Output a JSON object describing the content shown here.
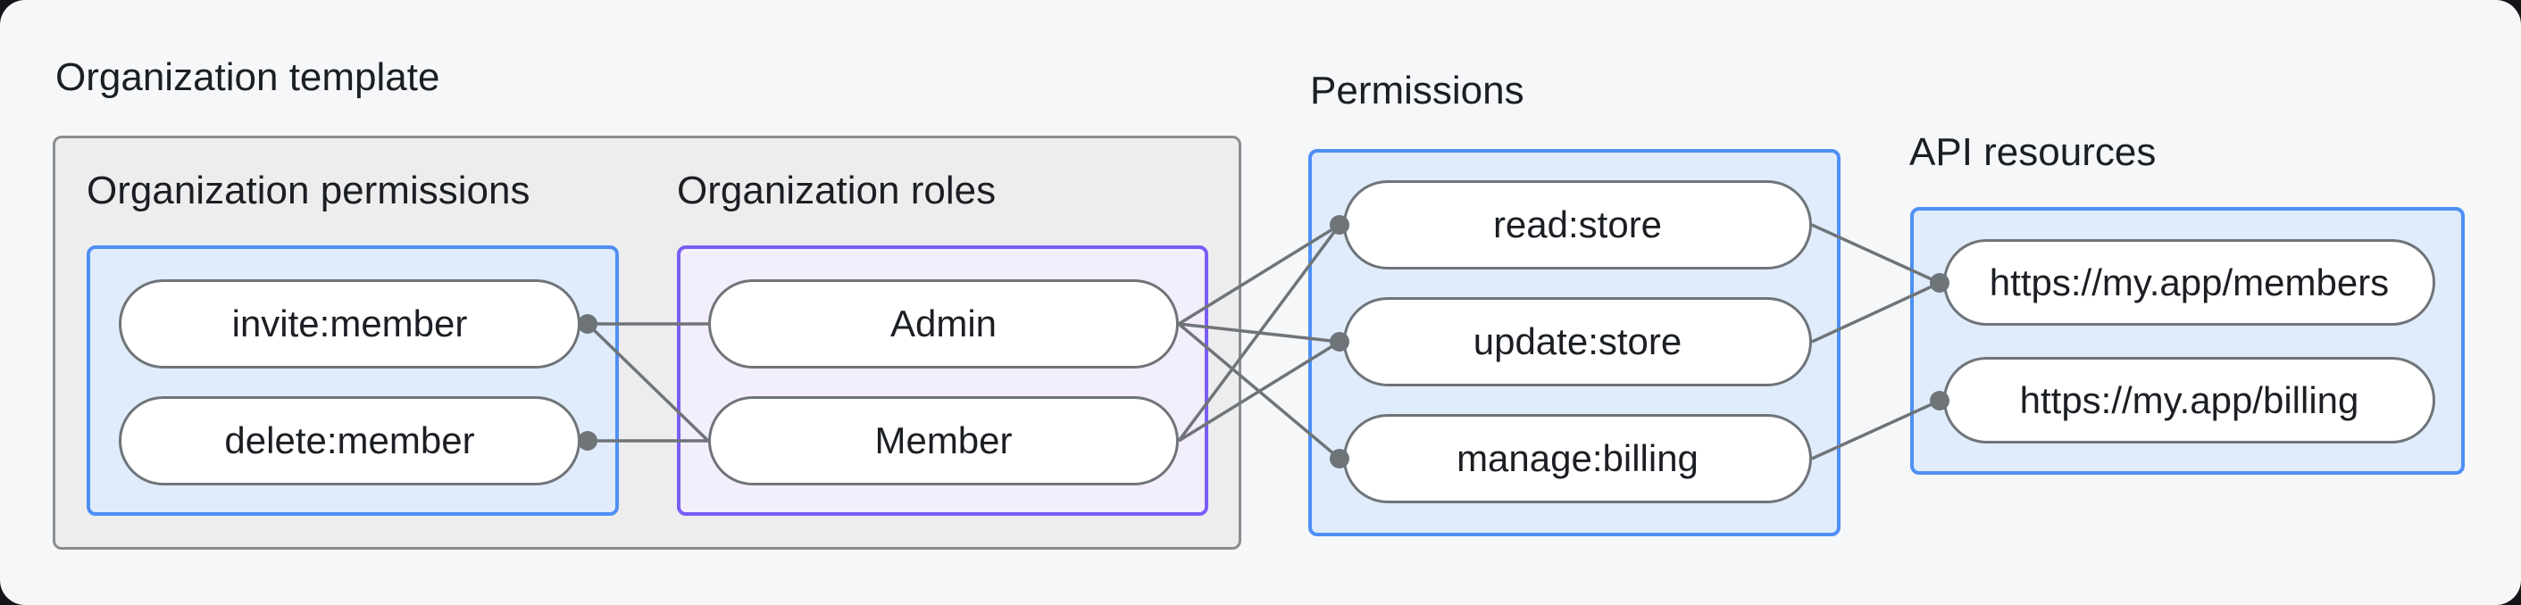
{
  "diagram": {
    "title": "Organization template",
    "sections": {
      "org_permissions": {
        "heading": "Organization permissions"
      },
      "org_roles": {
        "heading": "Organization roles"
      },
      "permissions": {
        "heading": "Permissions"
      },
      "api_resources": {
        "heading": "API resources"
      }
    },
    "nodes": {
      "invite_member": {
        "label": "invite:member",
        "group": "org_permissions"
      },
      "delete_member": {
        "label": "delete:member",
        "group": "org_permissions"
      },
      "admin": {
        "label": "Admin",
        "group": "org_roles"
      },
      "member": {
        "label": "Member",
        "group": "org_roles"
      },
      "read_store": {
        "label": "read:store",
        "group": "permissions"
      },
      "update_store": {
        "label": "update:store",
        "group": "permissions"
      },
      "manage_billing": {
        "label": "manage:billing",
        "group": "permissions"
      },
      "api_members": {
        "label": "https://my.app/members",
        "group": "api_resources"
      },
      "api_billing": {
        "label": "https://my.app/billing",
        "group": "api_resources"
      }
    },
    "edges": [
      {
        "from": "invite_member",
        "to": "admin"
      },
      {
        "from": "invite_member",
        "to": "member"
      },
      {
        "from": "delete_member",
        "to": "member"
      },
      {
        "from": "admin",
        "to": "read_store"
      },
      {
        "from": "admin",
        "to": "update_store"
      },
      {
        "from": "admin",
        "to": "manage_billing"
      },
      {
        "from": "member",
        "to": "read_store"
      },
      {
        "from": "member",
        "to": "update_store"
      },
      {
        "from": "read_store",
        "to": "api_members"
      },
      {
        "from": "update_store",
        "to": "api_members"
      },
      {
        "from": "manage_billing",
        "to": "api_billing"
      }
    ],
    "colors": {
      "page_bg": "#f6f7f8",
      "text": "#1b1f24",
      "gray_fill": "#ededee",
      "gray_border": "#8a8d90",
      "blue_fill": "#e0ecfb",
      "blue_border": "#4e8ff5",
      "purple_fill": "#f3eefc",
      "purple_border": "#7a5cf6",
      "pill_border": "#6f7478",
      "line": "#6f7478",
      "dot": "#6f7478"
    }
  }
}
